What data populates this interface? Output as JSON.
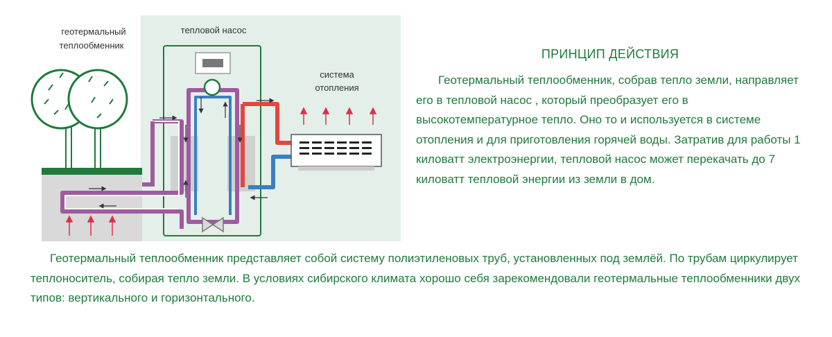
{
  "diagram": {
    "labels": {
      "exchanger_line1": "геотермальный",
      "exchanger_line2": "теплообменник",
      "heat_pump": "тепловой насос",
      "heating_line1": "система",
      "heating_line2": "отопления"
    },
    "colors": {
      "accent_green": "#1f7a3c",
      "pump_panel": "#e4efe9",
      "ground": "#d9d9d9",
      "grass": "#1f7a3c",
      "pipe_purple": "#a05aa0",
      "pipe_red": "#e0483f",
      "pipe_blue": "#3b7fc2",
      "arrow_red": "#d9334a"
    }
  },
  "principle": {
    "heading": "ПРИНЦИП ДЕЙСТВИЯ",
    "text": "Геотермальный теплообменник, собрав тепло земли, направляет его в тепловой насос , который преобразует его в высокотемпературное тепло. Оно то и используется в системе отопления и для приготовления горячей воды. Затратив для работы 1 киловатт электроэнергии, тепловой насос может перекачать до 7 киловатт тепловой энергии из земли в дом."
  },
  "bottom": {
    "text": "Геотермальный теплообменник представляет собой систему полиэтиленовых труб, установленных под землёй. По трубам циркулирует теплоноситель, собирая тепло земли. В условиях сибирского климата хорошо себя зарекомендовали геотермальные теплообменники двух типов: вертикального и горизонтального."
  }
}
